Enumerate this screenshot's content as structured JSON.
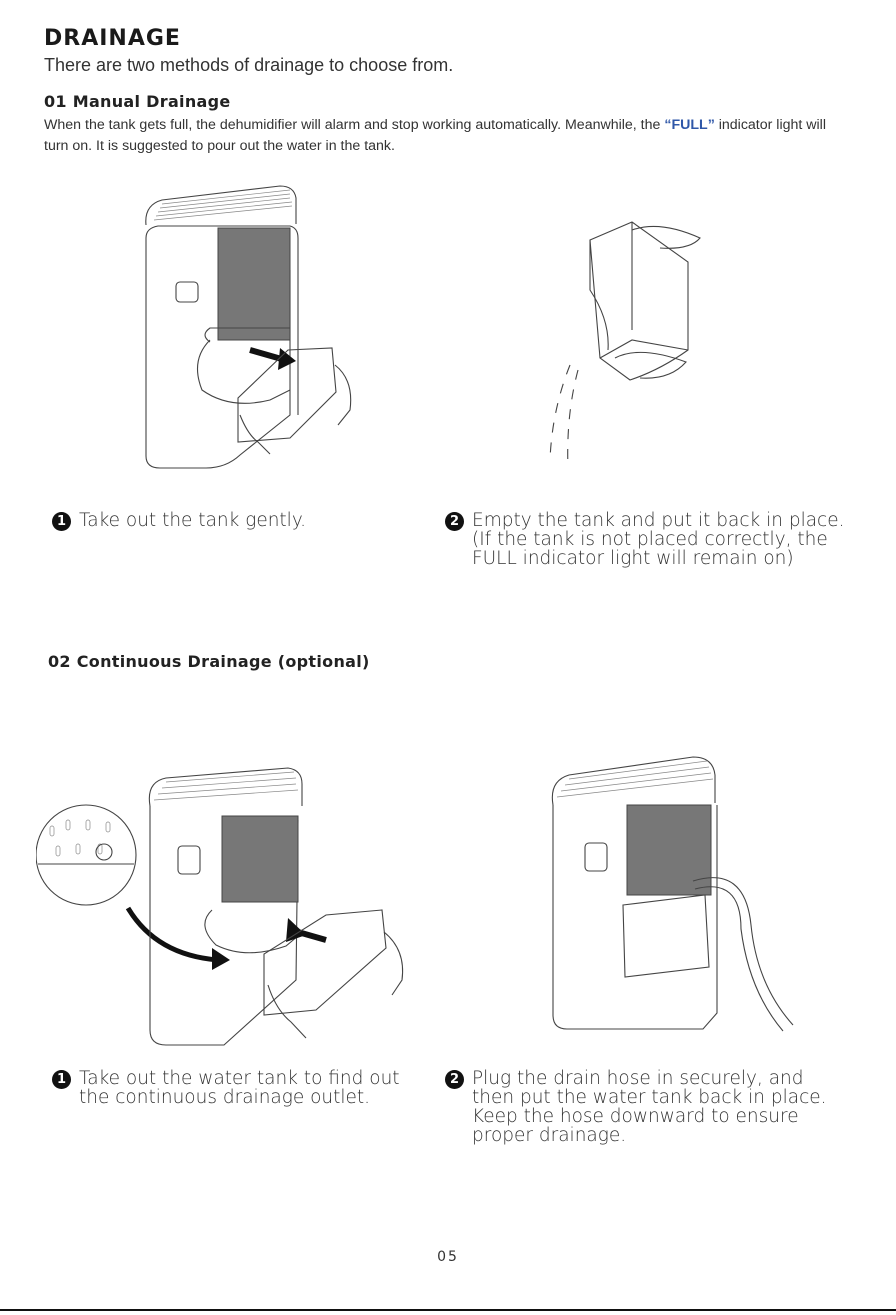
{
  "header": {
    "title": "DRAINAGE",
    "subtitle": "There are two methods of drainage to choose from."
  },
  "manual": {
    "heading": "01 Manual Drainage",
    "para_before": "When the tank gets full, the dehumidifier will alarm and stop working automatically. Meanwhile, the ",
    "para_full": "“FULL”",
    "para_after": " indicator light will turn on. It is suggested to pour out the water in the tank.",
    "step1_num": "1",
    "step1_text": "Take out the tank gently.",
    "step2_num": "2",
    "step2_line1": "Empty the tank and put it back in place.",
    "step2_line2": "(If the tank is not placed correctly, the",
    "step2_line3": "FULL indicator light will remain on)"
  },
  "continuous": {
    "heading": "02 Continuous Drainage (optional)",
    "step1_num": "1",
    "step1_line1": "Take out the water tank to find out",
    "step1_line2": "the continuous drainage outlet.",
    "step2_num": "2",
    "step2_line1": "Plug the drain hose in securely, and",
    "step2_line2": "then put the water tank back in place.",
    "step2_line3": "Keep the hose downward to ensure",
    "step2_line4": "proper drainage."
  },
  "footer": {
    "page_number": "05"
  }
}
